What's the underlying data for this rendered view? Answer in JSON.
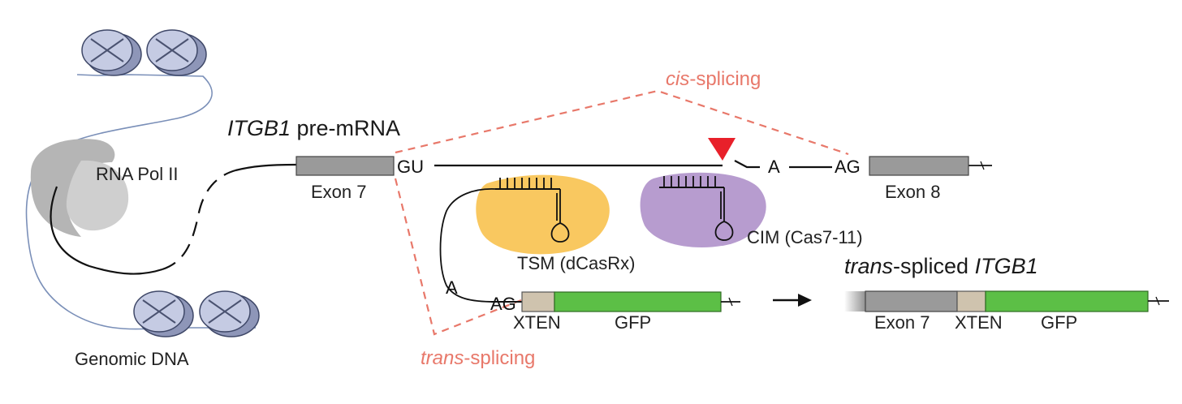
{
  "colors": {
    "exon": "#9a9a9a",
    "xten": "#cfc3ae",
    "gfp": "#5cbf46",
    "tsm_blob": "#f9c860",
    "cim_blob": "#b79ccf",
    "splice_dash": "#e8786a",
    "cleavage_arrow": "#e8202a",
    "dna_strand": "#7a8fb8",
    "nucleosome": "#c5cbe3",
    "polymerase": "#b5b5b5"
  },
  "labels": {
    "cis_splicing": {
      "italic": "cis",
      "rest": "-splicing"
    },
    "trans_splicing": {
      "italic": "trans",
      "rest": "-splicing"
    },
    "pre_mrna": {
      "italic": "ITGB1",
      "rest": " pre-mRNA"
    },
    "trans_spliced": {
      "italic1": "trans",
      "middle": "-spliced ",
      "italic2": "ITGB1"
    },
    "rna_pol": "RNA Pol II",
    "genomic_dna": "Genomic DNA",
    "exon7": "Exon 7",
    "exon8": "Exon 8",
    "gu": "GU",
    "a_branch": "A",
    "ag": "AG",
    "a_trans": "A",
    "ag_trans": "AG",
    "xten": "XTEN",
    "gfp": "GFP",
    "tsm": "TSM (dCasRx)",
    "cim": "CIM (Cas7-11)",
    "product_exon7": "Exon 7",
    "product_xten": "XTEN",
    "product_gfp": "GFP"
  }
}
